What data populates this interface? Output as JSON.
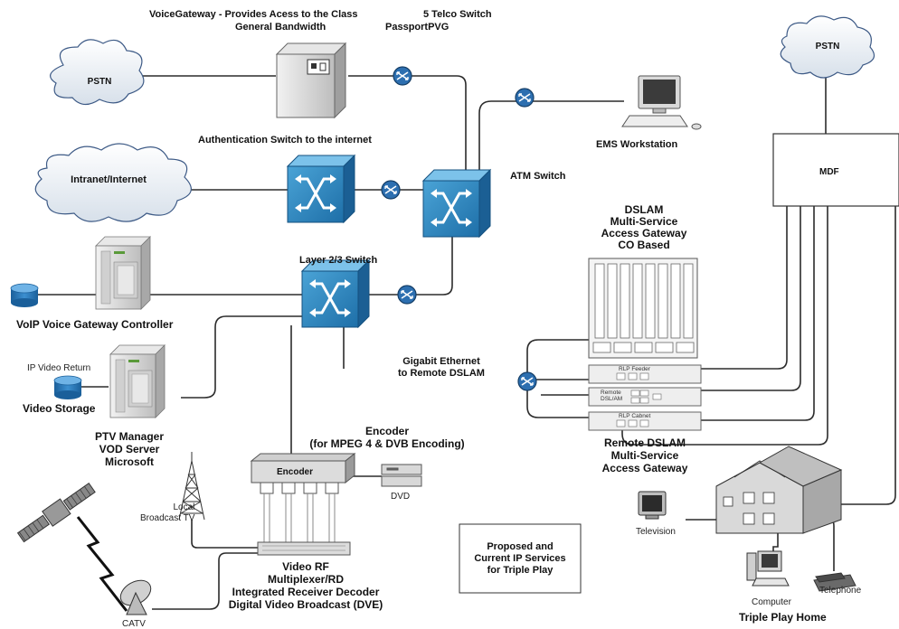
{
  "title": {
    "line1": "VoiceGateway - Provides Acess to the Class",
    "line2": "General Bandwidth",
    "telco_line1": "5 Telco Switch",
    "telco_line2": "PassportPVG"
  },
  "clouds": {
    "pstn_left": "PSTN",
    "intranet": "Intranet/Internet",
    "pstn_right": "PSTN"
  },
  "labels": {
    "auth_switch": "Authentication Switch to the internet",
    "ems": "EMS Workstation",
    "atm": "ATM Switch",
    "mdf": "MDF",
    "layer23": "Layer 2/3 Switch",
    "voip": "VoIP Voice Gateway Controller",
    "ip_video_return": "IP Video Return",
    "video_storage": "Video Storage",
    "ptv": [
      "PTV Manager",
      "VOD Server",
      "Microsoft"
    ],
    "dslam": [
      "DSLAM",
      "Multi-Service",
      "Access Gateway",
      "CO Based"
    ],
    "gigabit": [
      "Gigabit Ethernet",
      "to Remote DSLAM"
    ],
    "rlp_feeder": "RLP Feeder",
    "remote_dslam_unit": [
      "Remote",
      "DSL/AM"
    ],
    "rlp_cabnet": "RLP Cabnet",
    "remote_dslam": [
      "Remote DSLAM",
      "Multi-Service",
      "Access Gateway"
    ],
    "encoder_title": [
      "Encoder",
      "(for MPEG 4 & DVB Encoding)"
    ],
    "encoder_box": "Encoder",
    "dvd": "DVD",
    "local_tv": [
      "Local",
      "Broadcast TV"
    ],
    "video_rf": [
      "Video RF",
      "Multiplexer/RD",
      "Integrated Receiver Decoder",
      "Digital Video Broadcast (DVE)"
    ],
    "catv": "CATV",
    "proposed": [
      "Proposed and",
      "Current IP Services",
      "for Triple Play"
    ],
    "television": "Television",
    "computer": "Computer",
    "telephone": "Telephone",
    "triple_play_home": "Triple Play Home"
  }
}
